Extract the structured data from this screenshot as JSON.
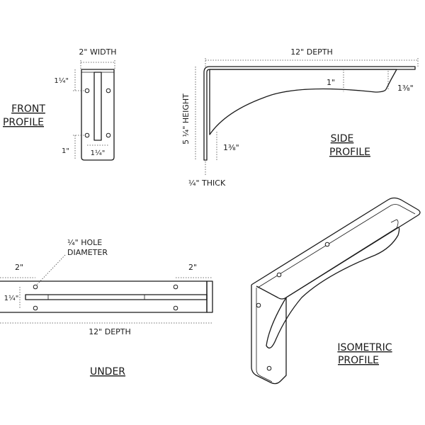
{
  "views": {
    "front": {
      "title_line1": "FRONT",
      "title_line2": "PROFILE",
      "width_label": "2\" WIDTH",
      "top_offset_label": "1¼\"",
      "bottom_offset_label": "1\"",
      "bottom_width_label": "1¼\""
    },
    "side": {
      "title_line1": "SIDE",
      "title_line2": "PROFILE",
      "depth_label": "12\" DEPTH",
      "height_label": "5 ¼\" HEIGHT",
      "arm_label": "1\"",
      "tip_label": "1⅜\"",
      "foot_label": "1⅜\"",
      "thick_label": "¼\" THICK"
    },
    "under": {
      "title": "UNDER",
      "hole_label_line1": "¼\" HOLE",
      "hole_label_line2": "DIAMETER",
      "left_offset_label": "2\"",
      "right_offset_label": "2\"",
      "width_label": "1¼\"",
      "depth_label": "12\" DEPTH"
    },
    "isometric": {
      "title_line1": "ISOMETRIC",
      "title_line2": "PROFILE"
    }
  },
  "colors": {
    "line": "#1a1a1a",
    "background": "#ffffff"
  }
}
